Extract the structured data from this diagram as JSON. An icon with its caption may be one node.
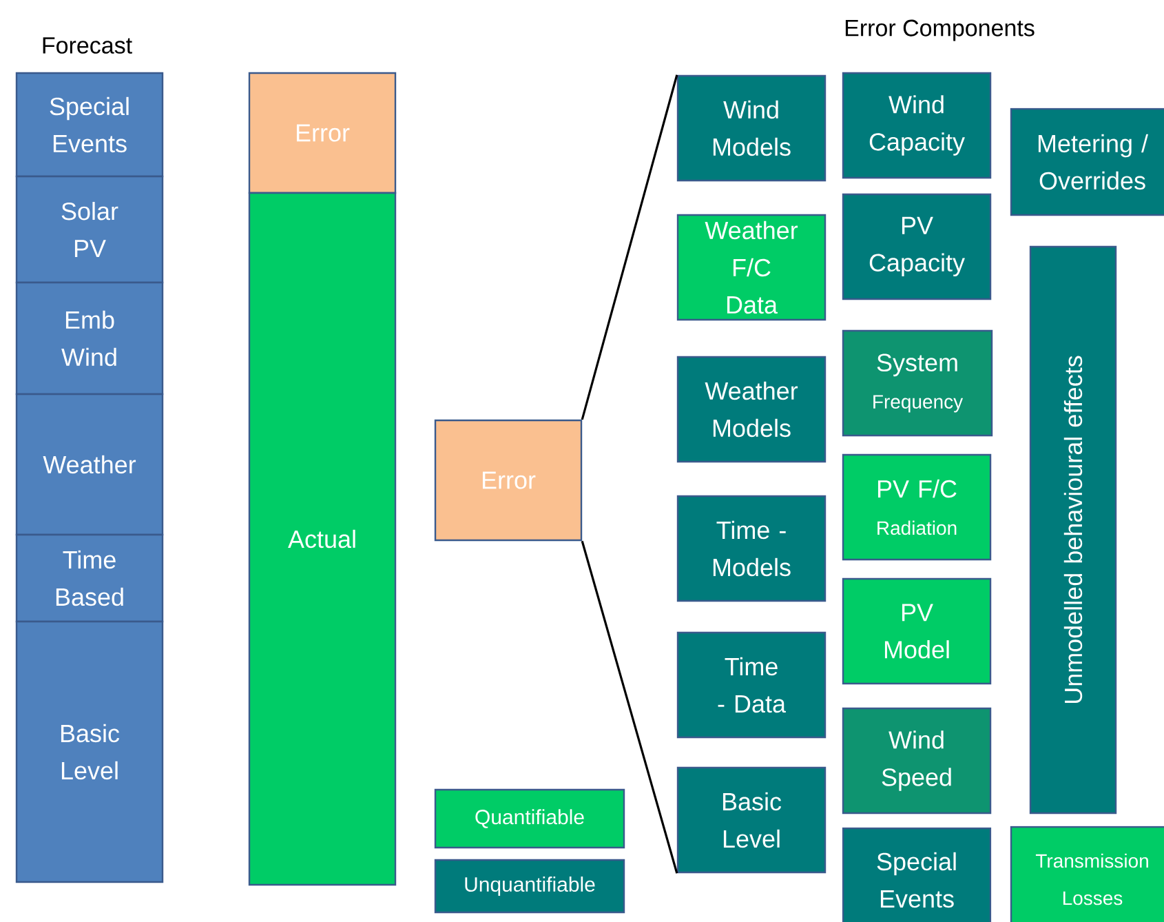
{
  "diagram": {
    "nodes": [
      {
        "text": [
          "Special Events"
        ]
      },
      {
        "text": [
          "Solar PV"
        ]
      },
      {
        "text": [
          "Emb Wind"
        ]
      },
      {
        "text": [
          "Weather"
        ]
      },
      {
        "text": [
          "Time Based"
        ]
      },
      {
        "text": [
          "Basic Level"
        ]
      },
      {
        "text": [
          "Error"
        ]
      },
      {
        "text": [
          "Actual"
        ]
      },
      {
        "text": [
          "Error"
        ]
      },
      {
        "text": [
          "Wind Models"
        ]
      },
      {
        "text": [
          "Weather F/C Data"
        ]
      },
      {
        "text": [
          "Weather Models"
        ]
      },
      {
        "text": [
          "Time - Models"
        ]
      },
      {
        "text": [
          "Time - Data"
        ]
      },
      {
        "text": [
          "Basic Level"
        ]
      },
      {
        "text": [
          "Wind Capacity"
        ]
      },
      {
        "text": [
          "PV Capacity"
        ]
      },
      {
        "text": [
          "System",
          "Frequency"
        ]
      },
      {
        "text": [
          "PV F/C",
          "Radiation"
        ]
      },
      {
        "text": [
          "PV Model"
        ]
      },
      {
        "text": [
          "Wind Speed"
        ]
      },
      {
        "text": [
          "Special Events"
        ]
      },
      {
        "text": [
          "Metering / Overrides"
        ]
      },
      {
        "text": [
          "Unmodelled behavioural effects"
        ]
      },
      {
        "text": [
          "Transmission",
          "Losses"
        ]
      }
    ],
    "edges": [
      {
        "from": 8,
        "to": 9,
        "arrow": "none"
      },
      {
        "from": 8,
        "to": 14,
        "arrow": "none"
      }
    ],
    "labels": [
      "Forecast",
      "Error Components"
    ],
    "legend": [
      {
        "text": "Quantifiable",
        "color": "#00cc66"
      },
      {
        "text": "Unquantifiable",
        "color": "#007b7b"
      }
    ]
  }
}
